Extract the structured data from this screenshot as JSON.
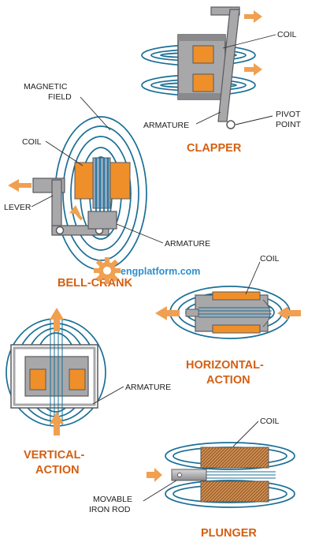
{
  "colors": {
    "field_line": "#1a6f96",
    "coil": "#ef8f2a",
    "arrow": "#f0a050",
    "title": "#d45f12",
    "watermark": "#2d8fcf",
    "core_gray": "#a8a8ab",
    "core_dark": "#58595b"
  },
  "watermark": {
    "text": "engplatform.com",
    "icon": "gear-icon"
  },
  "clapper": {
    "title": "CLAPPER",
    "coil_label": "COIL",
    "armature_label": "ARMATURE",
    "pivot_label_1": "PIVOT",
    "pivot_label_2": "POINT"
  },
  "bell_crank": {
    "title": "BELL-CRANK",
    "field_label_1": "MAGNETIC",
    "field_label_2": "FIELD",
    "coil_label": "COIL",
    "lever_label": "LEVER",
    "armature_label": "ARMATURE"
  },
  "horizontal": {
    "title_1": "HORIZONTAL-",
    "title_2": "ACTION",
    "coil_label": "COIL"
  },
  "vertical": {
    "title_1": "VERTICAL-",
    "title_2": "ACTION",
    "armature_label": "ARMATURE"
  },
  "plunger": {
    "title": "PLUNGER",
    "coil_label": "COIL",
    "rod_label_1": "MOVABLE",
    "rod_label_2": "IRON ROD"
  }
}
